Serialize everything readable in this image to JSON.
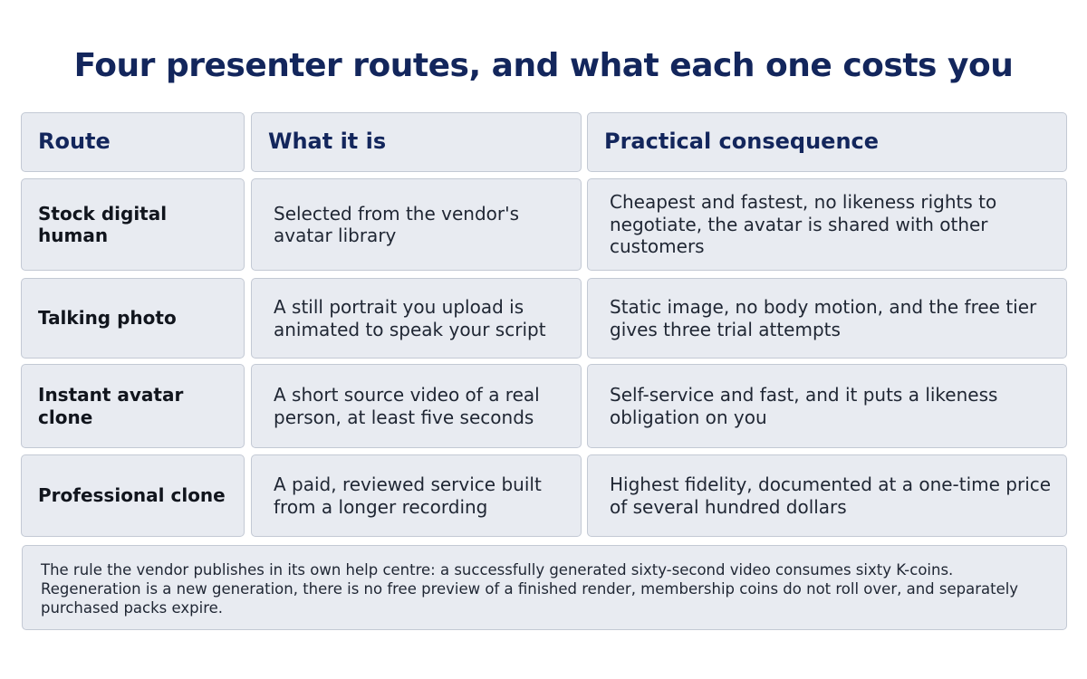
{
  "title": "Four presenter routes, and what each one costs you",
  "table": {
    "headers": [
      "Route",
      "What it is",
      "Practical consequence"
    ],
    "rows": [
      {
        "route": "Stock digital human",
        "what": "Selected from the vendor's avatar library",
        "consequence": "Cheapest and fastest, no likeness rights to negotiate, the avatar is shared with other customers"
      },
      {
        "route": "Talking photo",
        "what": "A still portrait you upload is animated to speak your script",
        "consequence": "Static image, no body motion, and the free tier gives three trial attempts"
      },
      {
        "route": "Instant avatar clone",
        "what": "A short source video of a real person, at least five seconds",
        "consequence": "Self-service and fast, and it puts a likeness obligation on you"
      },
      {
        "route": "Professional clone",
        "what": "A paid, reviewed service built from a longer recording",
        "consequence": "Highest fidelity, documented at a one-time price of several hundred dollars"
      }
    ]
  },
  "footnote": "The rule the vendor publishes in its own help centre: a successfully generated sixty-second video consumes sixty K-coins. Regeneration is a new generation, there is no free preview of a finished render, membership coins do not roll over, and separately purchased packs expire."
}
